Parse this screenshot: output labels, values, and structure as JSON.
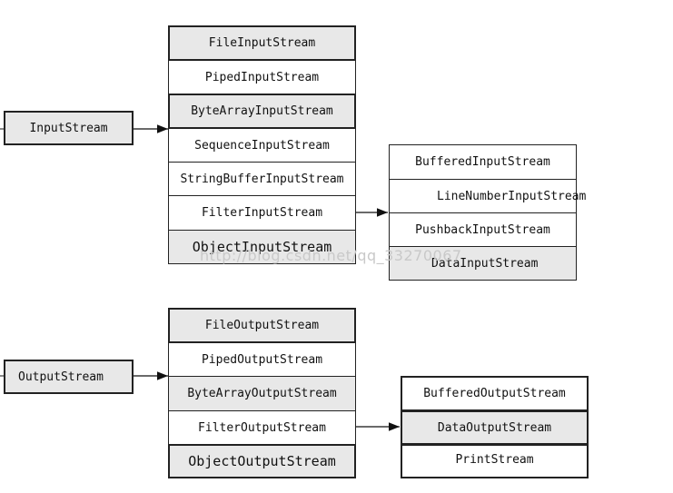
{
  "input": {
    "root": "InputStream",
    "subclasses": [
      "FileInputStream",
      "PipedInputStream",
      "ByteArrayInputStream",
      "SequenceInputStream",
      "StringBufferInputStream",
      "FilterInputStream",
      "ObjectInputStream"
    ],
    "filter_subclasses": [
      "BufferedInputStream",
      "LineNumberInputStream",
      "PushbackInputStream",
      "DataInputStream"
    ]
  },
  "output": {
    "root": "OutputStream",
    "subclasses": [
      "FileOutputStream",
      "PipedOutputStream",
      "ByteArrayOutputStream",
      "FilterOutputStream",
      "ObjectOutputStream"
    ],
    "filter_subclasses": [
      "BufferedOutputStream",
      "DataOutputStream",
      "PrintStream"
    ]
  },
  "watermark": "http://blog.csdn.net/qq_33270067"
}
